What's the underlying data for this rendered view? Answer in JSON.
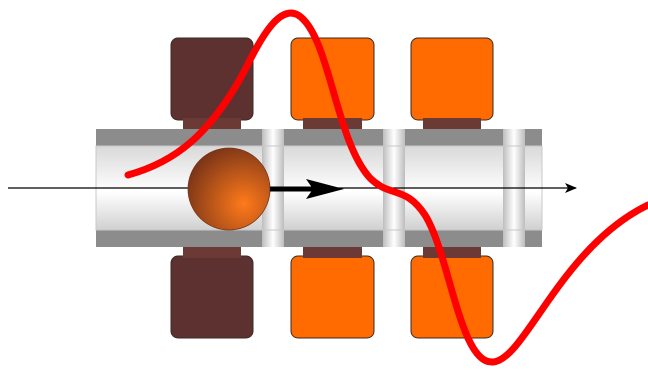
{
  "diagram": {
    "colors": {
      "background": "#ffffff",
      "coil_inactive": "#5e3131",
      "coil_active": "#ff6b00",
      "coil_outline": "#3a2a22",
      "tube_wall": "#8c8c8c",
      "tube_bore_edge": "#d6d6d6",
      "tube_bore_center": "#ffffff",
      "beam_axis": "#000000",
      "velocity_arrow": "#000000",
      "particle_light": "#ff7a1a",
      "particle_dark": "#7a3418",
      "wave": "#ff0000"
    },
    "coils": [
      {
        "id": "coil-1",
        "state": "inactive"
      },
      {
        "id": "coil-2",
        "state": "active"
      },
      {
        "id": "coil-3",
        "state": "active"
      }
    ],
    "particle": {
      "icon": "charged-particle-sphere"
    },
    "beam_axis": {
      "icon": "beam-axis-arrow"
    },
    "velocity": {
      "icon": "velocity-arrow"
    },
    "field_wave": {
      "icon": "rf-field-wave"
    }
  }
}
